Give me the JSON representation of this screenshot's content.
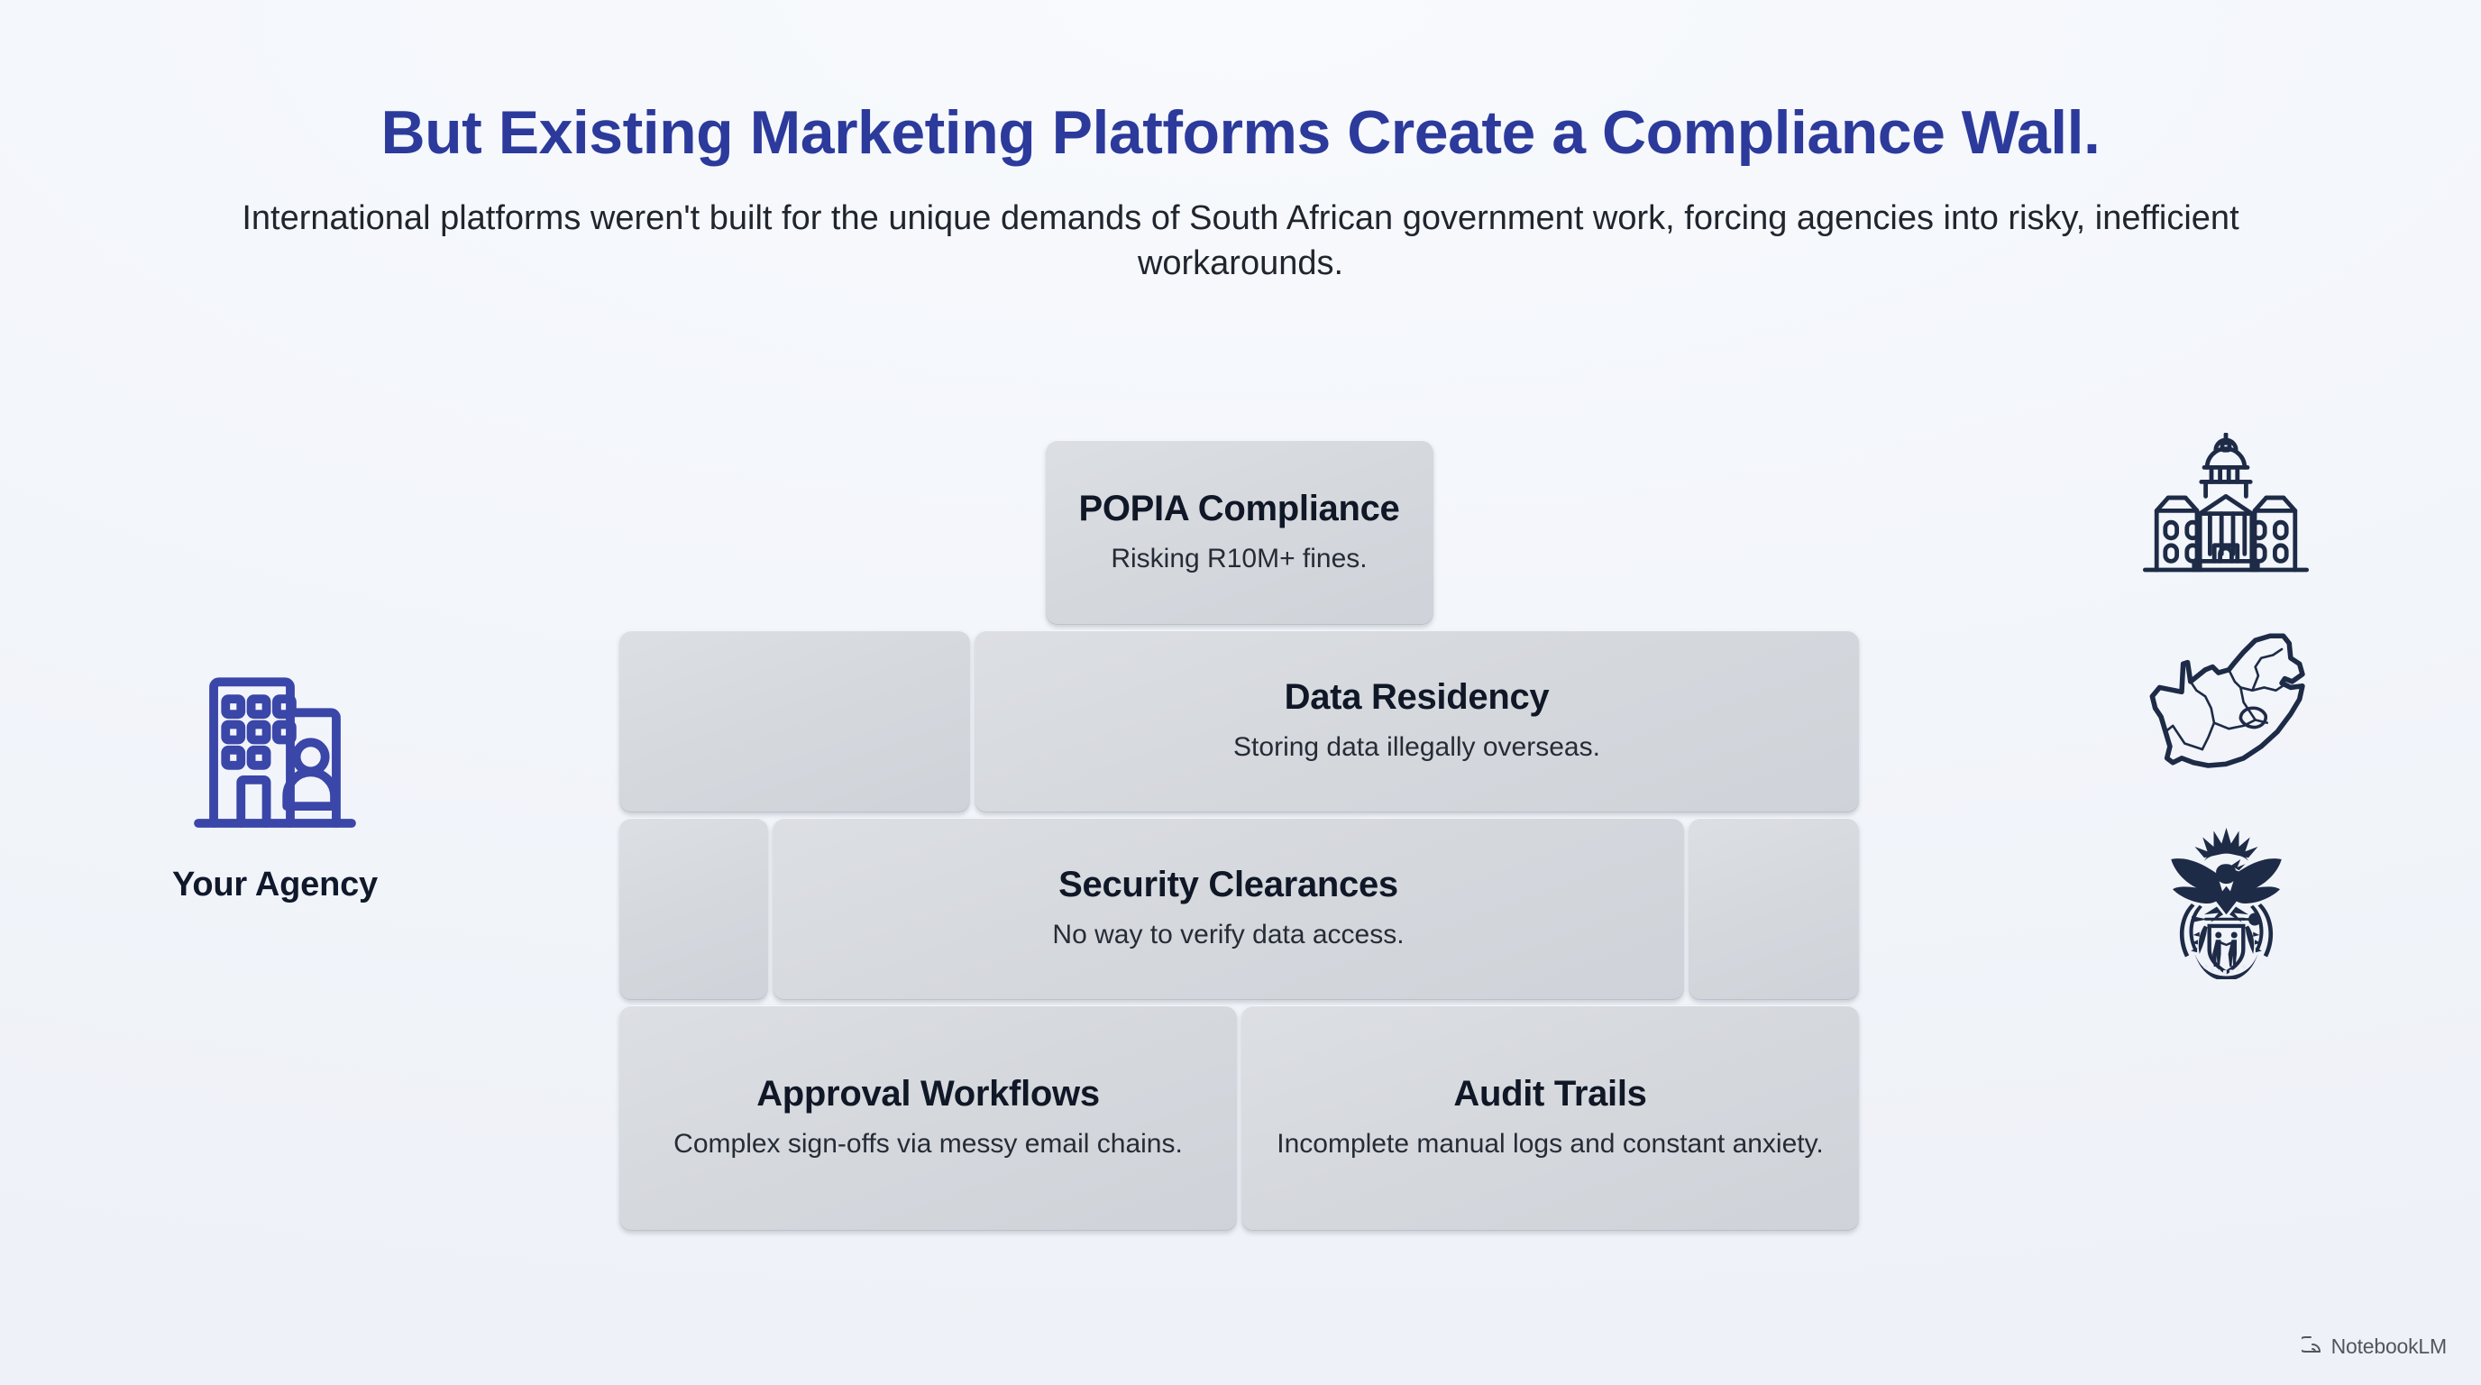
{
  "header": {
    "title": "But Existing Marketing Platforms Create a Compliance Wall.",
    "subtitle": "International platforms weren't built for the unique demands of South African government work, forcing agencies into risky, inefficient workarounds."
  },
  "colors": {
    "background": "#f2f5fa",
    "title": "#2c3a9c",
    "brick": "#d6d9de",
    "brick_text": "#101726",
    "icon_indigo": "#3a46a8",
    "icon_navy": "#1e2b47"
  },
  "agency": {
    "label": "Your Agency",
    "icon": "office-building-icon"
  },
  "wall": {
    "rows": [
      {
        "bricks": [
          {
            "title": "POPIA Compliance",
            "subtitle": "Risking R10M+ fines.",
            "empty": false
          }
        ]
      },
      {
        "bricks": [
          {
            "title": "",
            "subtitle": "",
            "empty": true
          },
          {
            "title": "Data Residency",
            "subtitle": "Storing data illegally overseas.",
            "empty": false
          }
        ]
      },
      {
        "bricks": [
          {
            "title": "",
            "subtitle": "",
            "empty": true
          },
          {
            "title": "Security Clearances",
            "subtitle": "No way to verify data access.",
            "empty": false
          },
          {
            "title": "",
            "subtitle": "",
            "empty": true
          }
        ]
      },
      {
        "bricks": [
          {
            "title": "Approval Workflows",
            "subtitle": "Complex sign-offs via messy email chains.",
            "empty": false
          },
          {
            "title": "Audit Trails",
            "subtitle": "Incomplete manual logs and constant anxiety.",
            "empty": false
          }
        ]
      }
    ]
  },
  "right_icons": [
    {
      "name": "government-capitol-building-icon"
    },
    {
      "name": "south-africa-map-icon"
    },
    {
      "name": "south-africa-coat-of-arms-icon"
    }
  ],
  "watermark": {
    "text": "NotebookLM",
    "icon": "notebooklm-logo-icon"
  }
}
